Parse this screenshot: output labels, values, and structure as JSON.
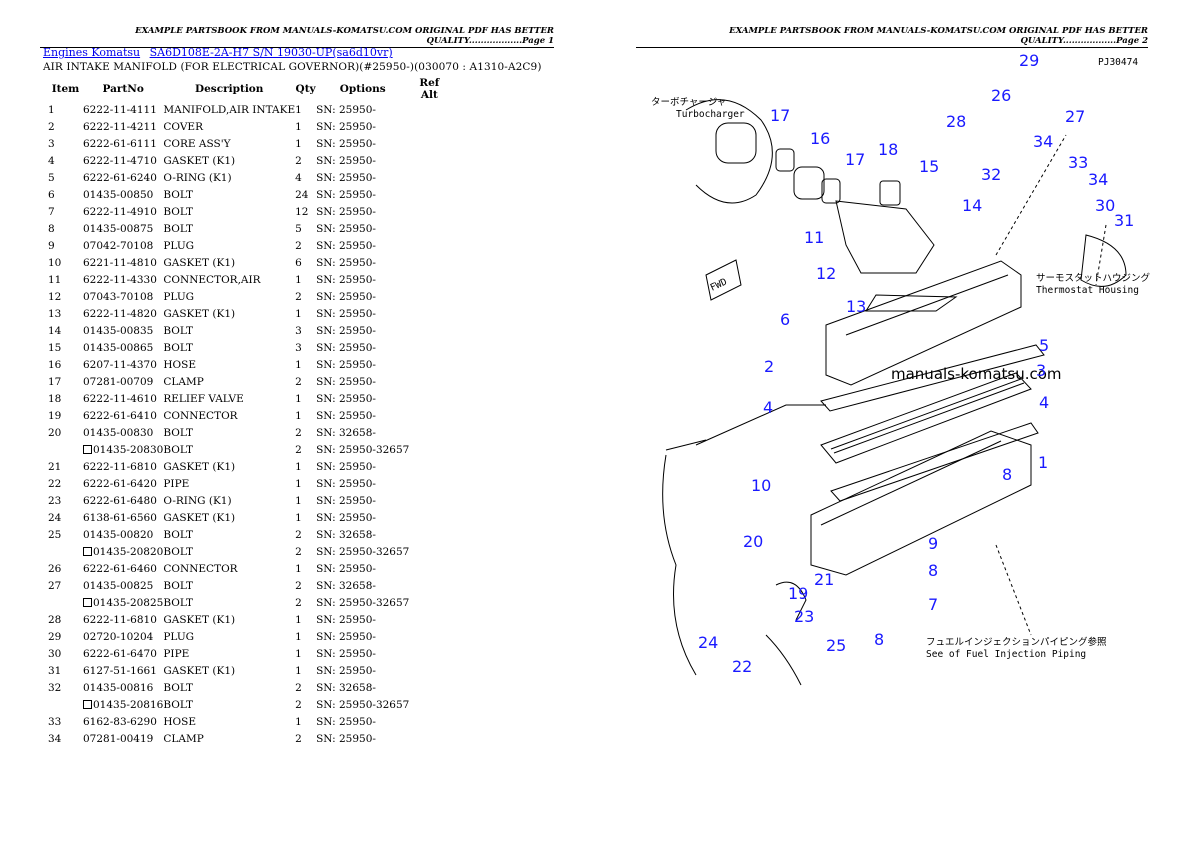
{
  "header_left": "EXAMPLE PARTSBOOK FROM MANUALS-KOMATSU.COM ORIGINAL PDF HAS BETTER QUALITY..................Page 1",
  "header_right": "EXAMPLE PARTSBOOK FROM MANUALS-KOMATSU.COM ORIGINAL PDF HAS BETTER QUALITY..................Page 2",
  "breadcrumb": {
    "link1": "Engines Komatsu",
    "link2": "SA6D108E-2A-H7 S/N 19030-UP(sa6d10vr)"
  },
  "subtitle": "AIR INTAKE MANIFOLD (FOR ELECTRICAL GOVERNOR)(#25950-)(030070 : A1310-A2C9)",
  "columns": [
    "Item",
    "PartNo",
    "Description",
    "Qty",
    "Options",
    "Ref Alt"
  ],
  "rows": [
    {
      "item": "1",
      "part": "6222-11-4111",
      "desc": "MANIFOLD,AIR INTAKE",
      "qty": "1",
      "opt": "SN: 25950-",
      "alt": false
    },
    {
      "item": "2",
      "part": "6222-11-4211",
      "desc": "COVER",
      "qty": "1",
      "opt": "SN: 25950-",
      "alt": false
    },
    {
      "item": "3",
      "part": "6222-61-6111",
      "desc": "CORE ASS'Y",
      "qty": "1",
      "opt": "SN: 25950-",
      "alt": false
    },
    {
      "item": "4",
      "part": "6222-11-4710",
      "desc": "GASKET (K1)",
      "qty": "2",
      "opt": "SN: 25950-",
      "alt": false
    },
    {
      "item": "5",
      "part": "6222-61-6240",
      "desc": "O-RING (K1)",
      "qty": "4",
      "opt": "SN: 25950-",
      "alt": false
    },
    {
      "item": "6",
      "part": "01435-00850",
      "desc": "BOLT",
      "qty": "24",
      "opt": "SN: 25950-",
      "alt": false
    },
    {
      "item": "7",
      "part": "6222-11-4910",
      "desc": "BOLT",
      "qty": "12",
      "opt": "SN: 25950-",
      "alt": false
    },
    {
      "item": "8",
      "part": "01435-00875",
      "desc": "BOLT",
      "qty": "5",
      "opt": "SN: 25950-",
      "alt": false
    },
    {
      "item": "9",
      "part": "07042-70108",
      "desc": "PLUG",
      "qty": "2",
      "opt": "SN: 25950-",
      "alt": false
    },
    {
      "item": "10",
      "part": "6221-11-4810",
      "desc": "GASKET (K1)",
      "qty": "6",
      "opt": "SN: 25950-",
      "alt": false
    },
    {
      "item": "11",
      "part": "6222-11-4330",
      "desc": "CONNECTOR,AIR",
      "qty": "1",
      "opt": "SN: 25950-",
      "alt": false
    },
    {
      "item": "12",
      "part": "07043-70108",
      "desc": "PLUG",
      "qty": "2",
      "opt": "SN: 25950-",
      "alt": false
    },
    {
      "item": "13",
      "part": "6222-11-4820",
      "desc": "GASKET (K1)",
      "qty": "1",
      "opt": "SN: 25950-",
      "alt": false
    },
    {
      "item": "14",
      "part": "01435-00835",
      "desc": "BOLT",
      "qty": "3",
      "opt": "SN: 25950-",
      "alt": false
    },
    {
      "item": "15",
      "part": "01435-00865",
      "desc": "BOLT",
      "qty": "3",
      "opt": "SN: 25950-",
      "alt": false
    },
    {
      "item": "16",
      "part": "6207-11-4370",
      "desc": "HOSE",
      "qty": "1",
      "opt": "SN: 25950-",
      "alt": false
    },
    {
      "item": "17",
      "part": "07281-00709",
      "desc": "CLAMP",
      "qty": "2",
      "opt": "SN: 25950-",
      "alt": false
    },
    {
      "item": "18",
      "part": "6222-11-4610",
      "desc": "RELIEF VALVE",
      "qty": "1",
      "opt": "SN: 25950-",
      "alt": false
    },
    {
      "item": "19",
      "part": "6222-61-6410",
      "desc": "CONNECTOR",
      "qty": "1",
      "opt": "SN: 25950-",
      "alt": false
    },
    {
      "item": "20",
      "part": "01435-00830",
      "desc": "BOLT",
      "qty": "2",
      "opt": "SN: 32658-",
      "alt": false
    },
    {
      "item": "",
      "part": "01435-20830",
      "desc": "BOLT",
      "qty": "2",
      "opt": "SN: 25950-32657",
      "alt": true
    },
    {
      "item": "21",
      "part": "6222-11-6810",
      "desc": "GASKET (K1)",
      "qty": "1",
      "opt": "SN: 25950-",
      "alt": false
    },
    {
      "item": "22",
      "part": "6222-61-6420",
      "desc": "PIPE",
      "qty": "1",
      "opt": "SN: 25950-",
      "alt": false
    },
    {
      "item": "23",
      "part": "6222-61-6480",
      "desc": "O-RING (K1)",
      "qty": "1",
      "opt": "SN: 25950-",
      "alt": false
    },
    {
      "item": "24",
      "part": "6138-61-6560",
      "desc": "GASKET (K1)",
      "qty": "1",
      "opt": "SN: 25950-",
      "alt": false
    },
    {
      "item": "25",
      "part": "01435-00820",
      "desc": "BOLT",
      "qty": "2",
      "opt": "SN: 32658-",
      "alt": false
    },
    {
      "item": "",
      "part": "01435-20820",
      "desc": "BOLT",
      "qty": "2",
      "opt": "SN: 25950-32657",
      "alt": true
    },
    {
      "item": "26",
      "part": "6222-61-6460",
      "desc": "CONNECTOR",
      "qty": "1",
      "opt": "SN: 25950-",
      "alt": false
    },
    {
      "item": "27",
      "part": "01435-00825",
      "desc": "BOLT",
      "qty": "2",
      "opt": "SN: 32658-",
      "alt": false
    },
    {
      "item": "",
      "part": "01435-20825",
      "desc": "BOLT",
      "qty": "2",
      "opt": "SN: 25950-32657",
      "alt": true
    },
    {
      "item": "28",
      "part": "6222-11-6810",
      "desc": "GASKET (K1)",
      "qty": "1",
      "opt": "SN: 25950-",
      "alt": false
    },
    {
      "item": "29",
      "part": "02720-10204",
      "desc": "PLUG",
      "qty": "1",
      "opt": "SN: 25950-",
      "alt": false
    },
    {
      "item": "30",
      "part": "6222-61-6470",
      "desc": "PIPE",
      "qty": "1",
      "opt": "SN: 25950-",
      "alt": false
    },
    {
      "item": "31",
      "part": "6127-51-1661",
      "desc": "GASKET (K1)",
      "qty": "1",
      "opt": "SN: 25950-",
      "alt": false
    },
    {
      "item": "32",
      "part": "01435-00816",
      "desc": "BOLT",
      "qty": "2",
      "opt": "SN: 32658-",
      "alt": false
    },
    {
      "item": "",
      "part": "01435-20816",
      "desc": "BOLT",
      "qty": "2",
      "opt": "SN: 25950-32657",
      "alt": true
    },
    {
      "item": "33",
      "part": "6162-83-6290",
      "desc": "HOSE",
      "qty": "1",
      "opt": "SN: 25950-",
      "alt": false
    },
    {
      "item": "34",
      "part": "07281-00419",
      "desc": "CLAMP",
      "qty": "2",
      "opt": "SN: 25950-",
      "alt": false
    }
  ],
  "diagram": {
    "code": "PJ30474",
    "watermark": "manuals-komatsu.com",
    "note_turbo_jp": "ターボチャージャ",
    "note_turbo_en": "Turbocharger",
    "note_thermo_jp": "サーモスタットハウジング",
    "note_thermo_en": "Thermostat Housing",
    "note_fuel_jp": "フュエルインジェクションパイピング参照",
    "note_fuel_en": "See of Fuel Injection Piping",
    "fwd": "FWD",
    "callouts": [
      "29",
      "26",
      "27",
      "28",
      "34",
      "33",
      "34",
      "30",
      "32",
      "31",
      "17",
      "16",
      "17",
      "18",
      "15",
      "14",
      "11",
      "12",
      "13",
      "6",
      "5",
      "2",
      "3",
      "4",
      "4",
      "1",
      "8",
      "10",
      "9",
      "8",
      "7",
      "20",
      "21",
      "19",
      "23",
      "8",
      "24",
      "25",
      "22"
    ]
  }
}
